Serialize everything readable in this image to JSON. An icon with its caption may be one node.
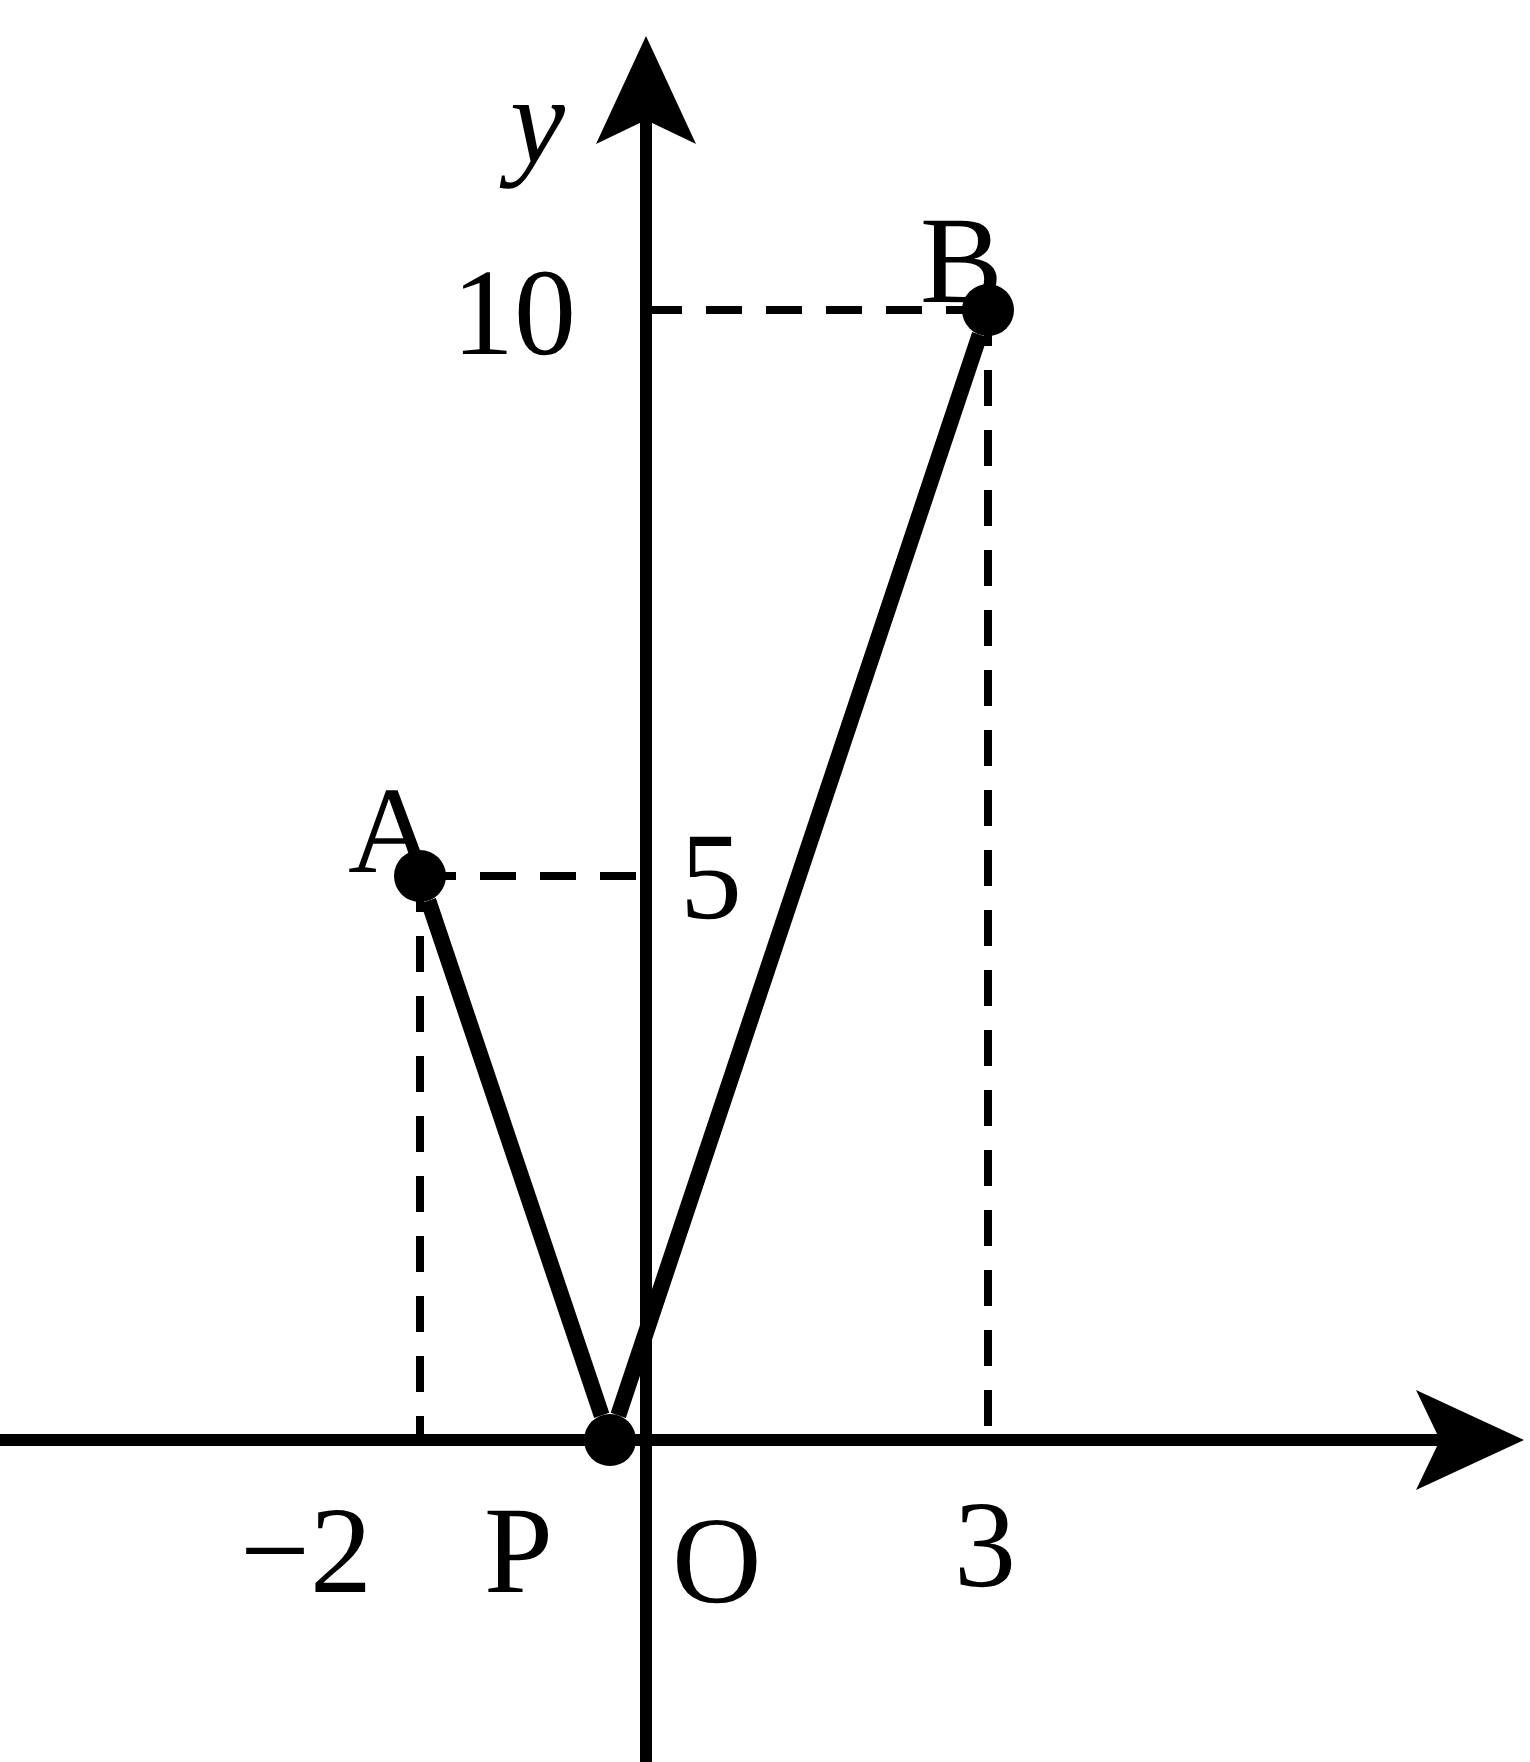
{
  "diagram": {
    "nodes": [
      {
        "text": [
          "A"
        ]
      },
      {
        "text": [
          "B"
        ]
      },
      {
        "text": [
          "P"
        ]
      }
    ],
    "edges": [
      {
        "from": 0,
        "to": 2,
        "arrow": "none"
      },
      {
        "from": 2,
        "to": 1,
        "arrow": "none"
      }
    ],
    "labels": [
      "y",
      "10",
      "5",
      "−2",
      "O",
      "3"
    ]
  }
}
